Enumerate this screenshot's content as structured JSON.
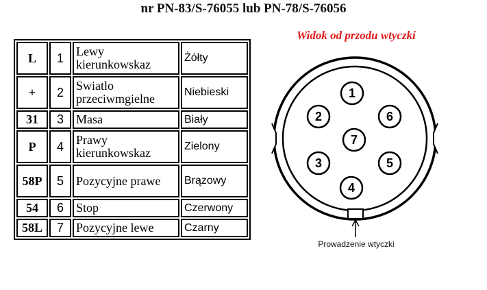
{
  "title": "nr PN-83/S-76055 lub PN-78/S-76056",
  "table": {
    "rows": [
      {
        "code": "L",
        "pin": "1",
        "function": "Lewy kierunkowskaz",
        "color": "Żółty"
      },
      {
        "code": "+",
        "pin": "2",
        "function": "Swiatlo przeciwmgielne",
        "color": "Niebieski"
      },
      {
        "code": "31",
        "pin": "3",
        "function": "Masa",
        "color": "Biały"
      },
      {
        "code": "P",
        "pin": "4",
        "function": "Prawy kierunkowskaz",
        "color": "Zielony"
      },
      {
        "code": "58P",
        "pin": "5",
        "function": "Pozycyjne prawe",
        "color": "Brązowy"
      },
      {
        "code": "54",
        "pin": "6",
        "function": "Stop",
        "color": "Czerwony"
      },
      {
        "code": "58L",
        "pin": "7",
        "function": "Pozycyjne lewe",
        "color": "Czarny"
      }
    ]
  },
  "diagram": {
    "view_label": "Widok od przodu wtyczki",
    "pins": [
      "1",
      "2",
      "3",
      "4",
      "5",
      "6",
      "7"
    ],
    "guide_label": "Prowadzenie wtyczki",
    "label_color": "#e01b1b"
  }
}
